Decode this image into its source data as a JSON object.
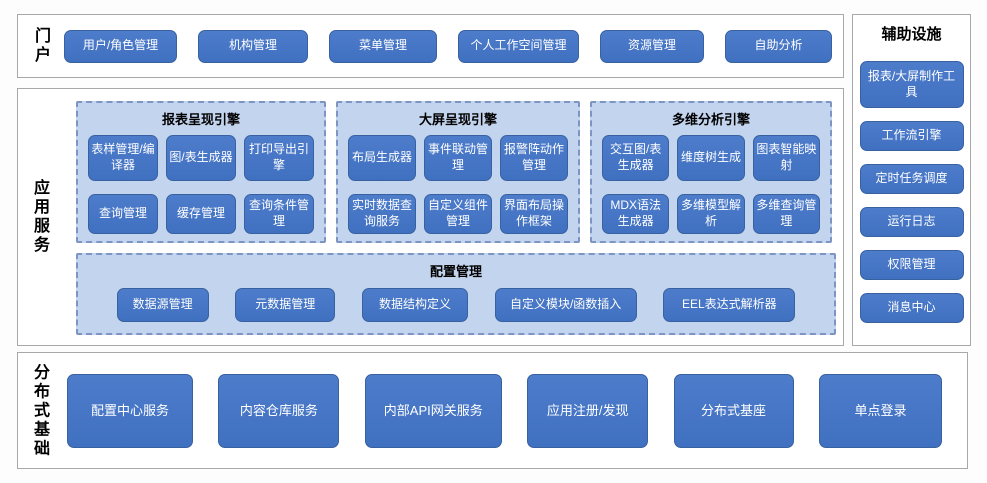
{
  "colors": {
    "button_blue": "#4472C4",
    "panel_light_blue": "#C3D4EE",
    "section_border_gray": "#A8A8A8"
  },
  "portal": {
    "label": "门户",
    "items": [
      "用户/角色管理",
      "机构管理",
      "菜单管理",
      "个人工作空间管理",
      "资源管理",
      "自助分析"
    ]
  },
  "app_services": {
    "label": "应用服务",
    "engines": [
      {
        "title": "报表呈现引擎",
        "items": [
          "表样管理/编译器",
          "图/表生成器",
          "打印导出引擎",
          "查询管理",
          "缓存管理",
          "查询条件管理"
        ]
      },
      {
        "title": "大屏呈现引擎",
        "items": [
          "布局生成器",
          "事件联动管理",
          "报警阵动作管理",
          "实时数据查询服务",
          "自定义组件管理",
          "界面布局操作框架"
        ]
      },
      {
        "title": "多维分析引擎",
        "items": [
          "交互图/表生成器",
          "维度树生成",
          "图表智能映射",
          "MDX语法生成器",
          "多维模型解析",
          "多维查询管理"
        ]
      }
    ],
    "config": {
      "title": "配置管理",
      "items": [
        "数据源管理",
        "元数据管理",
        "数据结构定义",
        "自定义模块/函数插入",
        "EEL表达式解析器"
      ]
    }
  },
  "foundation": {
    "label": "分布式基础",
    "items": [
      "配置中心服务",
      "内容仓库服务",
      "内部API网关服务",
      "应用注册/发现",
      "分布式基座",
      "单点登录"
    ]
  },
  "auxiliary": {
    "title": "辅助设施",
    "items": [
      "报表/大屏制作工具",
      "工作流引擎",
      "定时任务调度",
      "运行日志",
      "权限管理",
      "消息中心"
    ]
  }
}
